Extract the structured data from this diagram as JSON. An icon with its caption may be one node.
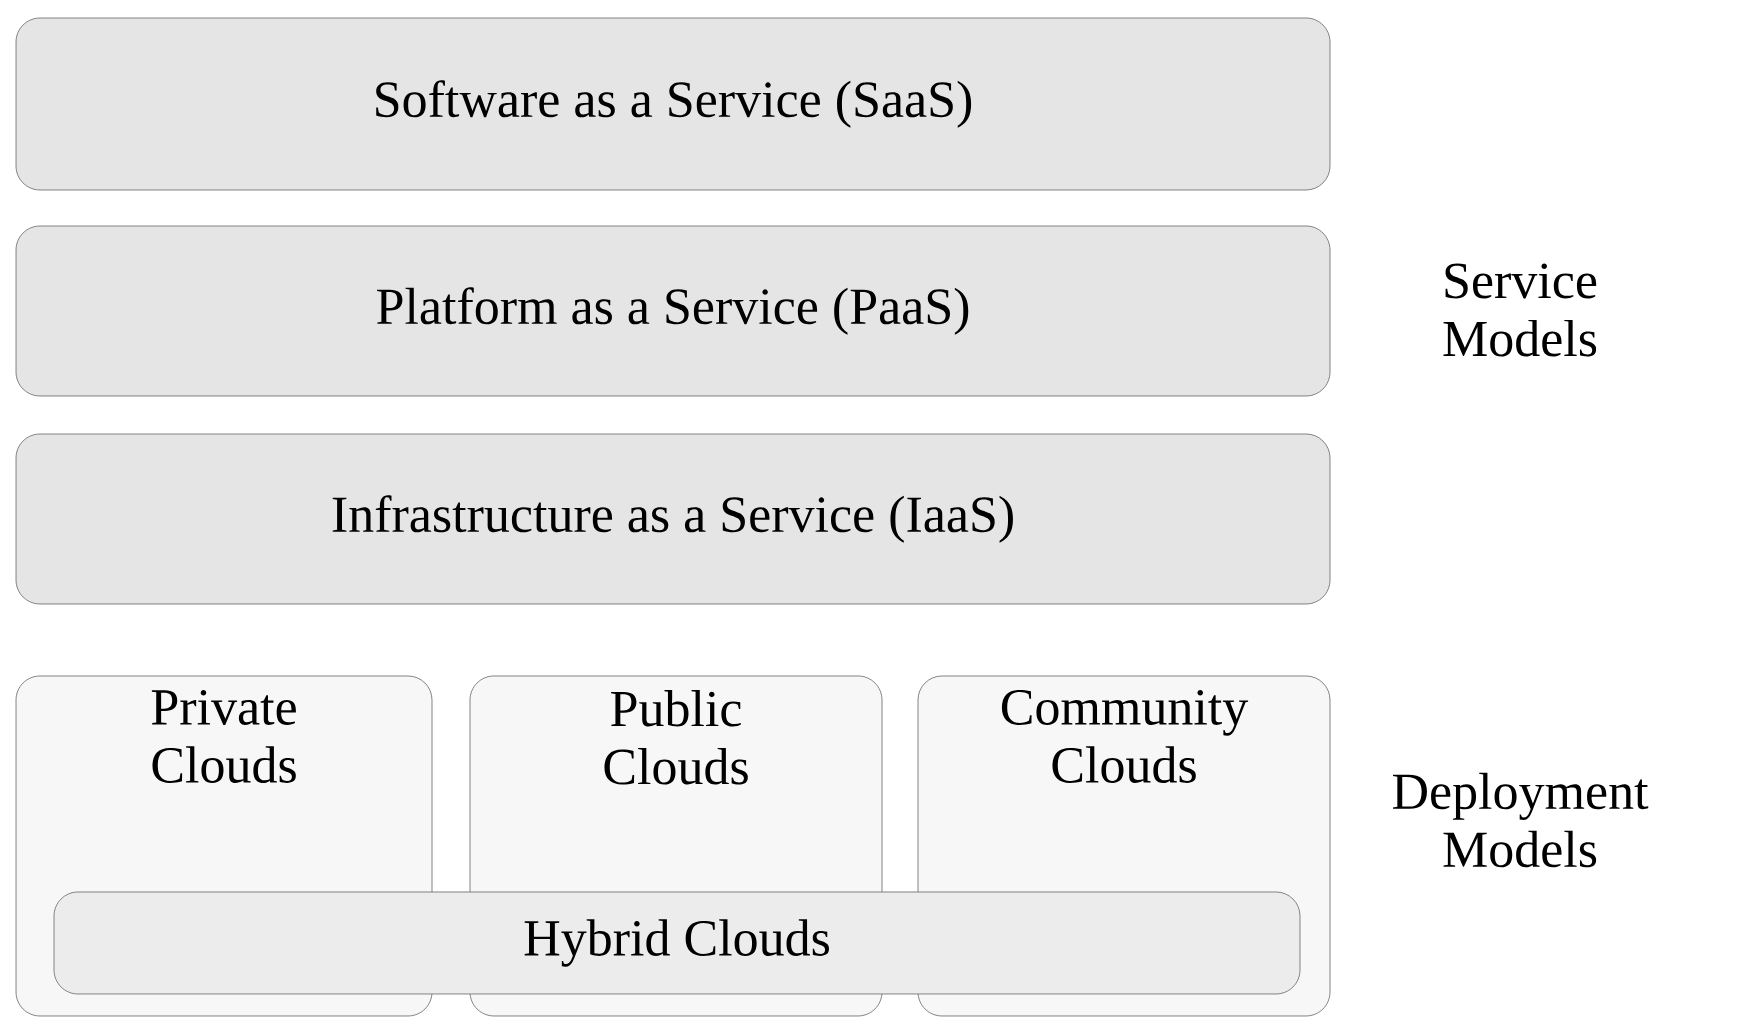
{
  "diagram": {
    "nodes": [
      {
        "text": [
          "Software as a Service (SaaS)"
        ]
      },
      {
        "text": [
          "Platform as a Service (PaaS)"
        ]
      },
      {
        "text": [
          "Infrastructure as a Service (IaaS)"
        ]
      },
      {
        "text": [
          "Private Clouds"
        ]
      },
      {
        "text": [
          "Public Clouds"
        ]
      },
      {
        "text": [
          "Community Clouds"
        ]
      },
      {
        "text": [
          "Hybrid Clouds"
        ]
      }
    ],
    "labels": [
      "Service Models",
      "Deployment Models"
    ]
  }
}
